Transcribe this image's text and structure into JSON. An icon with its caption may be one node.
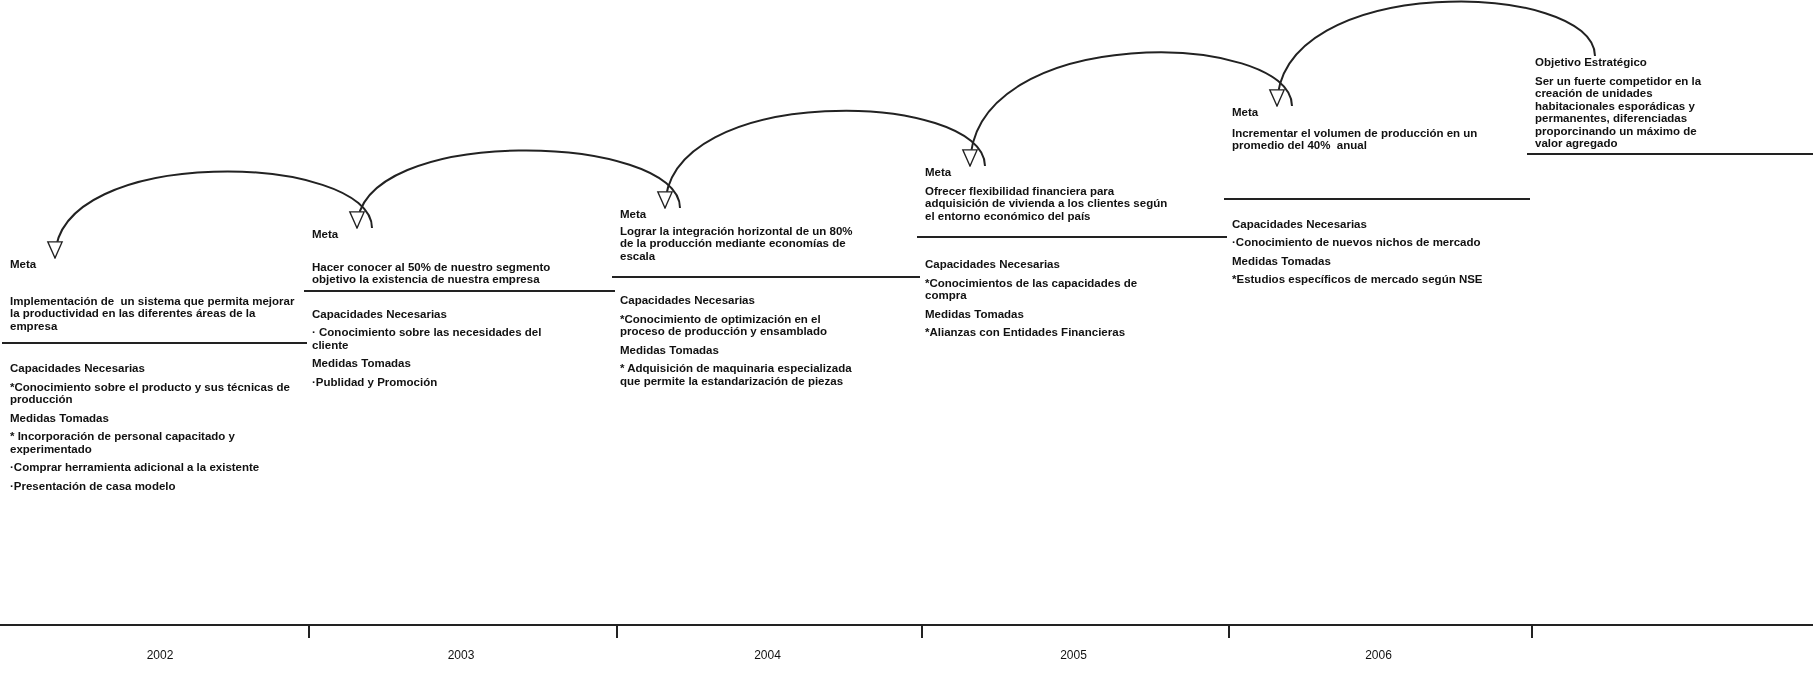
{
  "diagram": {
    "nodes": [
      {
        "text": [
          "Meta",
          "Implementación de  un sistema que permita mejorar la productividad en las diferentes áreas de la empresa",
          "Capacidades Necesarias",
          "*Conocimiento sobre el producto y sus técnicas de producción",
          "Medidas Tomadas",
          "* Incorporación de personal capacitado y experimentado",
          "·Comprar herramienta adicional a la existente",
          "·Presentación de casa modelo"
        ]
      },
      {
        "text": [
          "Meta",
          "Hacer conocer al 50% de nuestro segmento objetivo la existencia de nuestra empresa",
          "Capacidades Necesarias",
          "· Conocimiento sobre las necesidades del cliente",
          "Medidas Tomadas",
          "·Publidad y Promoción"
        ]
      },
      {
        "text": [
          "Meta",
          "Lograr la integración horizontal de un 80% de la producción mediante economías de escala",
          "Capacidades Necesarias",
          "*Conocimiento de optimización en el proceso de producción y ensamblado",
          "Medidas Tomadas",
          "* Adquisición de maquinaria especializada que permite la estandarización de piezas"
        ]
      },
      {
        "text": [
          "Meta",
          "Ofrecer flexibilidad financiera para adquisición de vivienda a los clientes según el entorno económico del país",
          "Capacidades Necesarias",
          "*Conocimientos de las capacidades de compra",
          "Medidas Tomadas",
          "*Alianzas con Entidades Financieras"
        ]
      },
      {
        "text": [
          "Meta",
          "Incrementar el volumen de producción en un promedio del 40%  anual",
          "Capacidades Necesarias",
          "·Conocimiento de nuevos nichos de mercado",
          "Medidas Tomadas",
          "*Estudios específicos de mercado según NSE"
        ]
      },
      {
        "text": [
          "Objetivo Estratégico",
          "Ser un fuerte competidor en la creación de unidades habitacionales esporádicas y permanentes, diferenciadas proporcinando un máximo de  valor agregado"
        ]
      }
    ],
    "edges": [
      {
        "from": 1,
        "to": 0,
        "arrow": "to"
      },
      {
        "from": 2,
        "to": 1,
        "arrow": "to"
      },
      {
        "from": 3,
        "to": 2,
        "arrow": "to"
      },
      {
        "from": 4,
        "to": 3,
        "arrow": "to"
      },
      {
        "from": 5,
        "to": 4,
        "arrow": "to"
      }
    ],
    "labels": [
      "2002",
      "2003",
      "2004",
      "2005",
      "2006"
    ]
  }
}
